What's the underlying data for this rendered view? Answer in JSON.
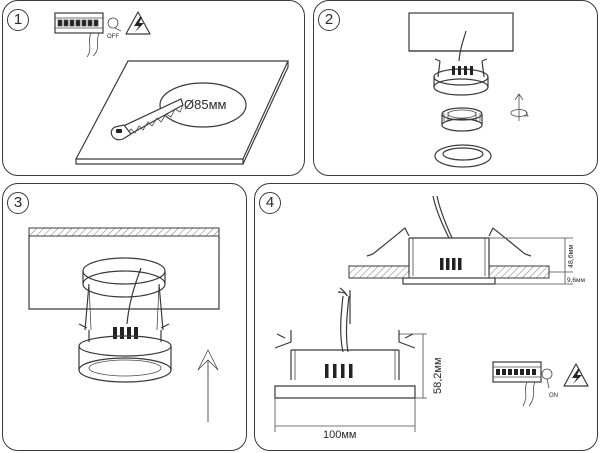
{
  "steps": [
    {
      "number": "1"
    },
    {
      "number": "2"
    },
    {
      "number": "3"
    },
    {
      "number": "4"
    }
  ],
  "step1": {
    "breaker_state": "OFF",
    "cut_diameter": "Ø85мм"
  },
  "step4": {
    "height_total": "48,6мм",
    "bezel_height": "9,6мм",
    "body_height": "58,2мм",
    "width": "100мм",
    "breaker_state": "ON"
  },
  "icons": [
    "breaker-switch-icon",
    "high-voltage-warning-icon",
    "saw-icon",
    "rotate-arrow-icon",
    "up-arrow-icon"
  ]
}
